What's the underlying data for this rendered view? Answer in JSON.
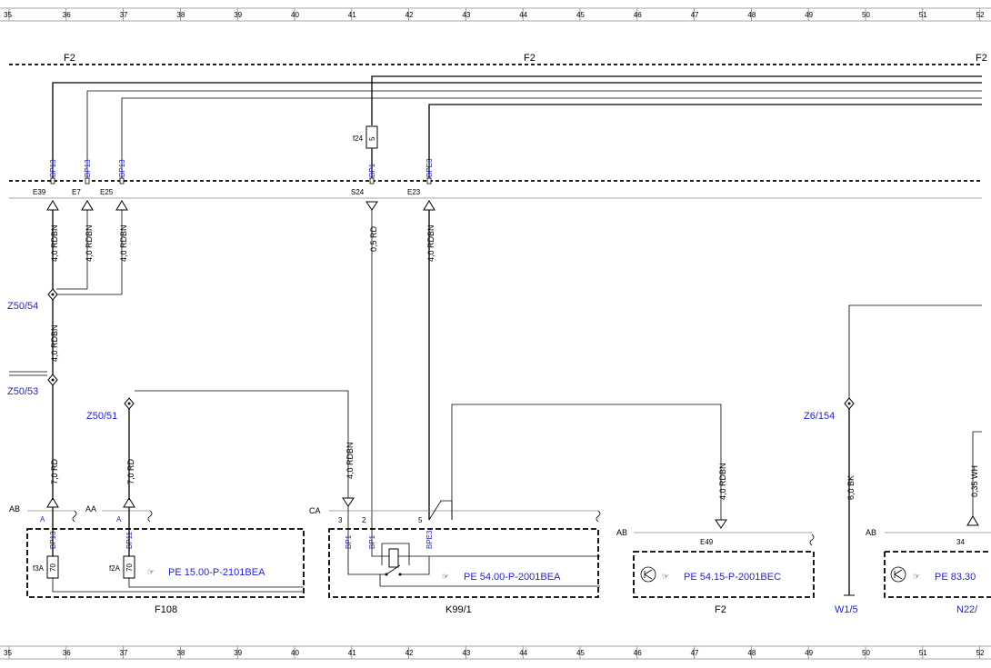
{
  "ruler": {
    "top": [
      "35",
      "36",
      "37",
      "38",
      "39",
      "40",
      "41",
      "42",
      "43",
      "44",
      "45",
      "46",
      "47",
      "48",
      "49",
      "50",
      "51",
      "52"
    ],
    "bottom": [
      "35",
      "36",
      "37",
      "38",
      "39",
      "40",
      "41",
      "42",
      "43",
      "44",
      "45",
      "46",
      "47",
      "48",
      "49",
      "50",
      "51",
      "52"
    ]
  },
  "fuse_box_label": "F2",
  "pins_top": [
    {
      "name": "BP13",
      "conn": "E39"
    },
    {
      "name": "BP13",
      "conn": "E7"
    },
    {
      "name": "BP13",
      "conn": "E25"
    },
    {
      "name": "BP1",
      "conn": "S24"
    },
    {
      "name": "BPE3",
      "conn": "E23"
    }
  ],
  "fuse_f24": {
    "name": "f24",
    "value": "5"
  },
  "wire_labels": {
    "w1": "4,0 RDBN",
    "w2": "4,0 RDBN",
    "w3": "4,0 RDBN",
    "w4": "0,5 RD",
    "w5": "4,0 RDBN",
    "w6": "4,0 RDBN",
    "w7": "7,0 RD",
    "w8": "7,0 RD",
    "w9": "4,0 RDBN",
    "w10": "4,0 RDBN",
    "w11": "6,0 BK",
    "w12": "0,35 WH"
  },
  "splices": {
    "z54": "Z50/54",
    "z53": "Z50/53",
    "z51": "Z50/51",
    "z6": "Z6/154"
  },
  "conn_codes": {
    "ab1": "AB",
    "aa": "AA",
    "ca": "CA",
    "ab2": "AB",
    "ab3": "AB"
  },
  "pin_a": "A",
  "pin_nums": {
    "p3": "3",
    "p2": "2",
    "p5": "5",
    "e49": "E49",
    "p34": "34"
  },
  "inner_pins": {
    "bp13": "BP13",
    "bp11": "BP11",
    "bp1": "BP1",
    "bp1b": "BP1",
    "bpe3": "BPE3"
  },
  "fuses": {
    "f3a": "f3A",
    "f3a_v": "70",
    "f2a": "f2A",
    "f2a_v": "70"
  },
  "refs": {
    "r1": "PE 15.00-P-2101BEA",
    "r2": "PE 54.00-P-2001BEA",
    "r3": "PE 54.15-P-2001BEC",
    "r4": "PE 83.30"
  },
  "components": {
    "c1": "F108",
    "c2": "K99/1",
    "c3": "F2",
    "c4": "W1/5",
    "c5": "N22/"
  },
  "colors": {
    "link": "#1f1fd0",
    "line": "#000000"
  }
}
